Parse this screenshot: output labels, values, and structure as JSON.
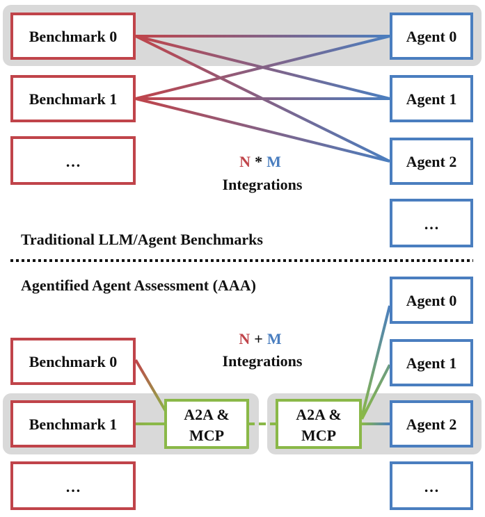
{
  "colors": {
    "benchmark": "#c0444a",
    "agent": "#4a7ebf",
    "protocol": "#8ab848",
    "highlight": "#d9d9d9"
  },
  "traditional": {
    "benchmarks": [
      "Benchmark 0",
      "Benchmark 1",
      "…"
    ],
    "agents": [
      "Agent 0",
      "Agent 1",
      "Agent 2",
      "…"
    ],
    "count_left": "N",
    "count_op": "*",
    "count_right": "M",
    "count_label": "Integrations",
    "section_title": "Traditional LLM/Agent Benchmarks"
  },
  "aaa": {
    "section_title": "Agentified Agent Assessment (AAA)",
    "benchmarks": [
      "Benchmark 0",
      "Benchmark 1",
      "…"
    ],
    "agents": [
      "Agent 0",
      "Agent 1",
      "Agent 2",
      "…"
    ],
    "count_left": "N",
    "count_op": "+",
    "count_right": "M",
    "count_label": "Integrations",
    "protocol_left_line1": "A2A &",
    "protocol_left_line2": "MCP",
    "protocol_right_line1": "A2A &",
    "protocol_right_line2": "MCP"
  }
}
